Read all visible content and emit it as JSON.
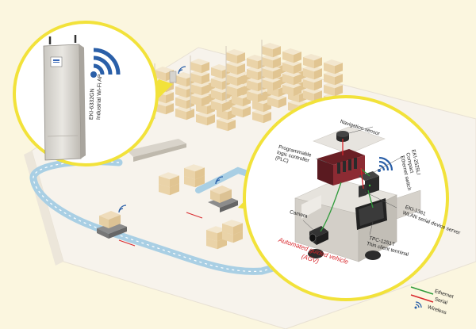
{
  "ap_callout": {
    "model": "EKI-6332GN",
    "description": "Industrial Wi-Fi AP"
  },
  "agv_callout": {
    "labels": {
      "navigation_sensor": "Navigation sensor",
      "plc_line1": "Programmable",
      "plc_line2": "logic controller",
      "plc_line3": "(PLC)",
      "switch_line1": "EKI-2525LI",
      "switch_line2": "Compact",
      "switch_line3": "Ethernet switch",
      "serial_server_line1": "EKI-1361",
      "serial_server_line2": "WLAN serial device server",
      "camera": "Camera",
      "terminal_line1": "TPC-1251T",
      "terminal_line2": "Thin client terminal",
      "agv_line1": "Automated guided vehicle",
      "agv_line2": "(AGV)"
    }
  },
  "legend": {
    "items": [
      {
        "label": "Ethernet",
        "color": "#2e9b3a"
      },
      {
        "label": "Serial",
        "color": "#d8262b"
      },
      {
        "label": "Wireless",
        "icon": "wifi-icon",
        "color": "#2a5fa8"
      }
    ]
  },
  "colors": {
    "background": "#fbf6df",
    "callout_ring": "#f2e23a",
    "wifi": "#2a5fa8",
    "agv_path": "#a9cfe4"
  }
}
